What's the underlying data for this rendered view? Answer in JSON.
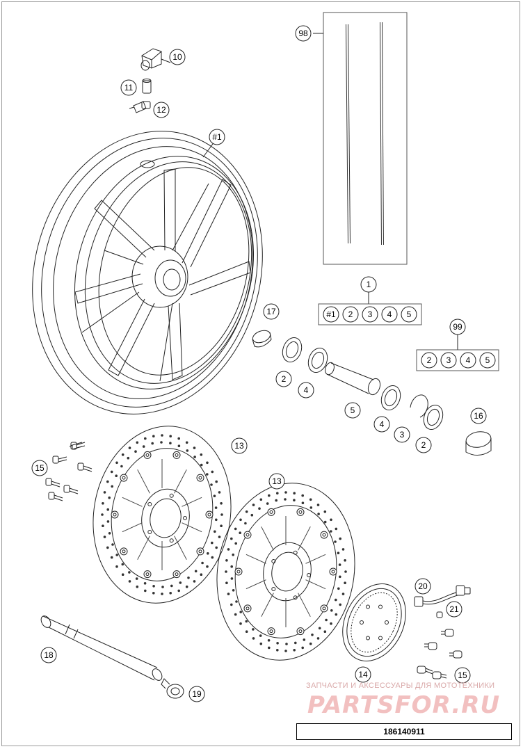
{
  "callouts": {
    "c98": "98",
    "c10": "10",
    "c11": "11",
    "c12": "12",
    "c1w": "#1",
    "c1": "1",
    "c99": "99",
    "c17": "17",
    "c2a": "2",
    "c4a": "4",
    "c5": "5",
    "c4b": "4",
    "c3": "3",
    "c2b": "2",
    "c16": "16",
    "c13a": "13",
    "c13b": "13",
    "c15a": "15",
    "c20": "20",
    "c21": "21",
    "c14": "14",
    "c15b": "15",
    "c18": "18",
    "c19": "19"
  },
  "kit1": [
    "#1",
    "2",
    "3",
    "4",
    "5"
  ],
  "kit99": [
    "2",
    "3",
    "4",
    "5"
  ],
  "watermark": {
    "line1": "ЗАПЧАСТИ И АКСЕССУАРЫ ДЛЯ МОТОТЕХНИКИ",
    "line2": "PARTSFOR.RU"
  },
  "footer": {
    "code": "186140911"
  }
}
